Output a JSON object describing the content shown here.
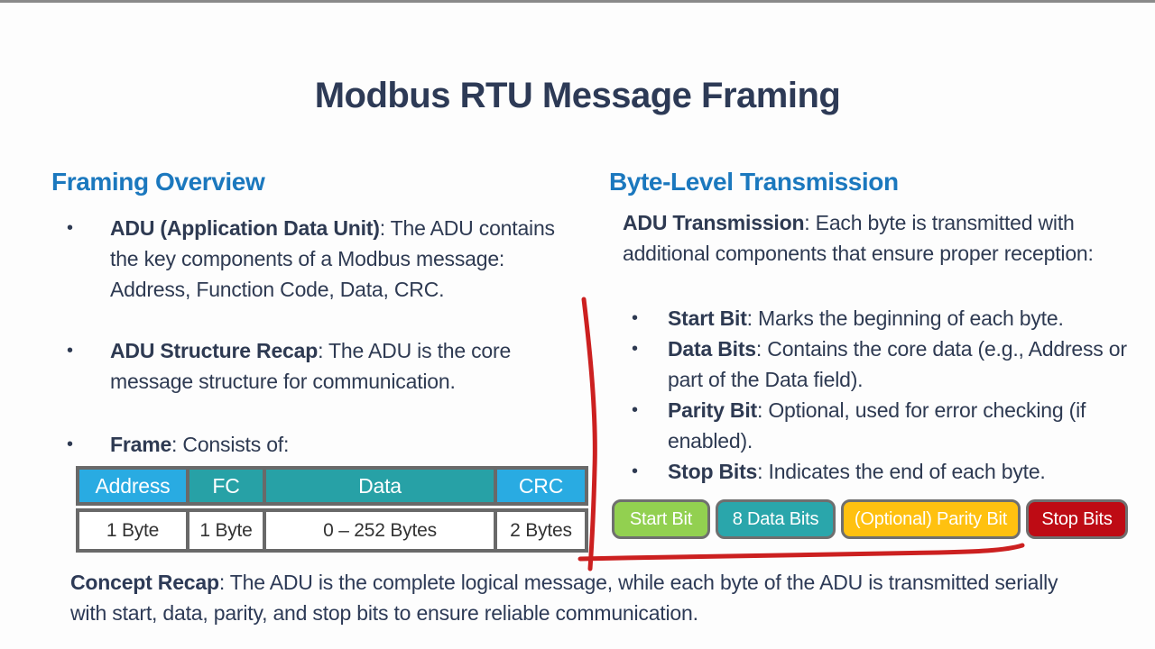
{
  "ui": {
    "bullet": "•"
  },
  "title": "Modbus RTU Message Framing",
  "colors": {
    "heading_blue": "#1B78BE",
    "body_navy": "#2E3A52",
    "pen_red": "#CC2020",
    "table_cyan": "#29ABE2",
    "table_teal": "#27A1A6",
    "border_gray": "#696969"
  },
  "left": {
    "heading": "Framing Overview",
    "bullets": [
      {
        "bold": "ADU (Application Data Unit)",
        "rest": ": The ADU contains the key components of a Modbus message: Address, Function Code, Data, CRC."
      },
      {
        "bold": "ADU Structure Recap",
        "rest": ": The ADU is the core message structure for communication."
      },
      {
        "bold": "Frame",
        "rest": ": Consists of:"
      }
    ],
    "frame_table": {
      "columns": [
        {
          "header": "Address",
          "value": "1 Byte",
          "header_bg": "#29ABE2"
        },
        {
          "header": "FC",
          "value": "1 Byte",
          "header_bg": "#27A1A6"
        },
        {
          "header": "Data",
          "value": "0 – 252 Bytes",
          "header_bg": "#27A1A6"
        },
        {
          "header": "CRC",
          "value": "2 Bytes",
          "header_bg": "#29ABE2"
        }
      ]
    }
  },
  "right": {
    "heading": "Byte-Level Transmission",
    "intro": {
      "bold": "ADU Transmission",
      "rest": ": Each byte is transmitted with additional components that ensure proper reception:"
    },
    "bullets": [
      {
        "bold": "Start Bit",
        "rest": ": Marks the beginning of each byte."
      },
      {
        "bold": "Data Bits",
        "rest": ": Contains the core data (e.g., Address or part of the Data field)."
      },
      {
        "bold": "Parity Bit",
        "rest": ":  Optional, used for error checking (if enabled)."
      },
      {
        "bold": "Stop Bits",
        "rest": ":  Indicates the end of each byte."
      }
    ],
    "bit_boxes": [
      {
        "label": "Start Bit",
        "bg": "#92D050"
      },
      {
        "label": "8 Data Bits",
        "bg": "#2AA6AB"
      },
      {
        "label": "(Optional) Parity Bit",
        "bg": "#FFC110"
      },
      {
        "label": "Stop Bits",
        "bg": "#BE0B14"
      }
    ]
  },
  "footer": {
    "bold": "Concept Recap",
    "rest": ": The ADU is the complete logical message, while each byte of the ADU is transmitted serially with start, data, parity, and stop bits to ensure reliable communication."
  }
}
